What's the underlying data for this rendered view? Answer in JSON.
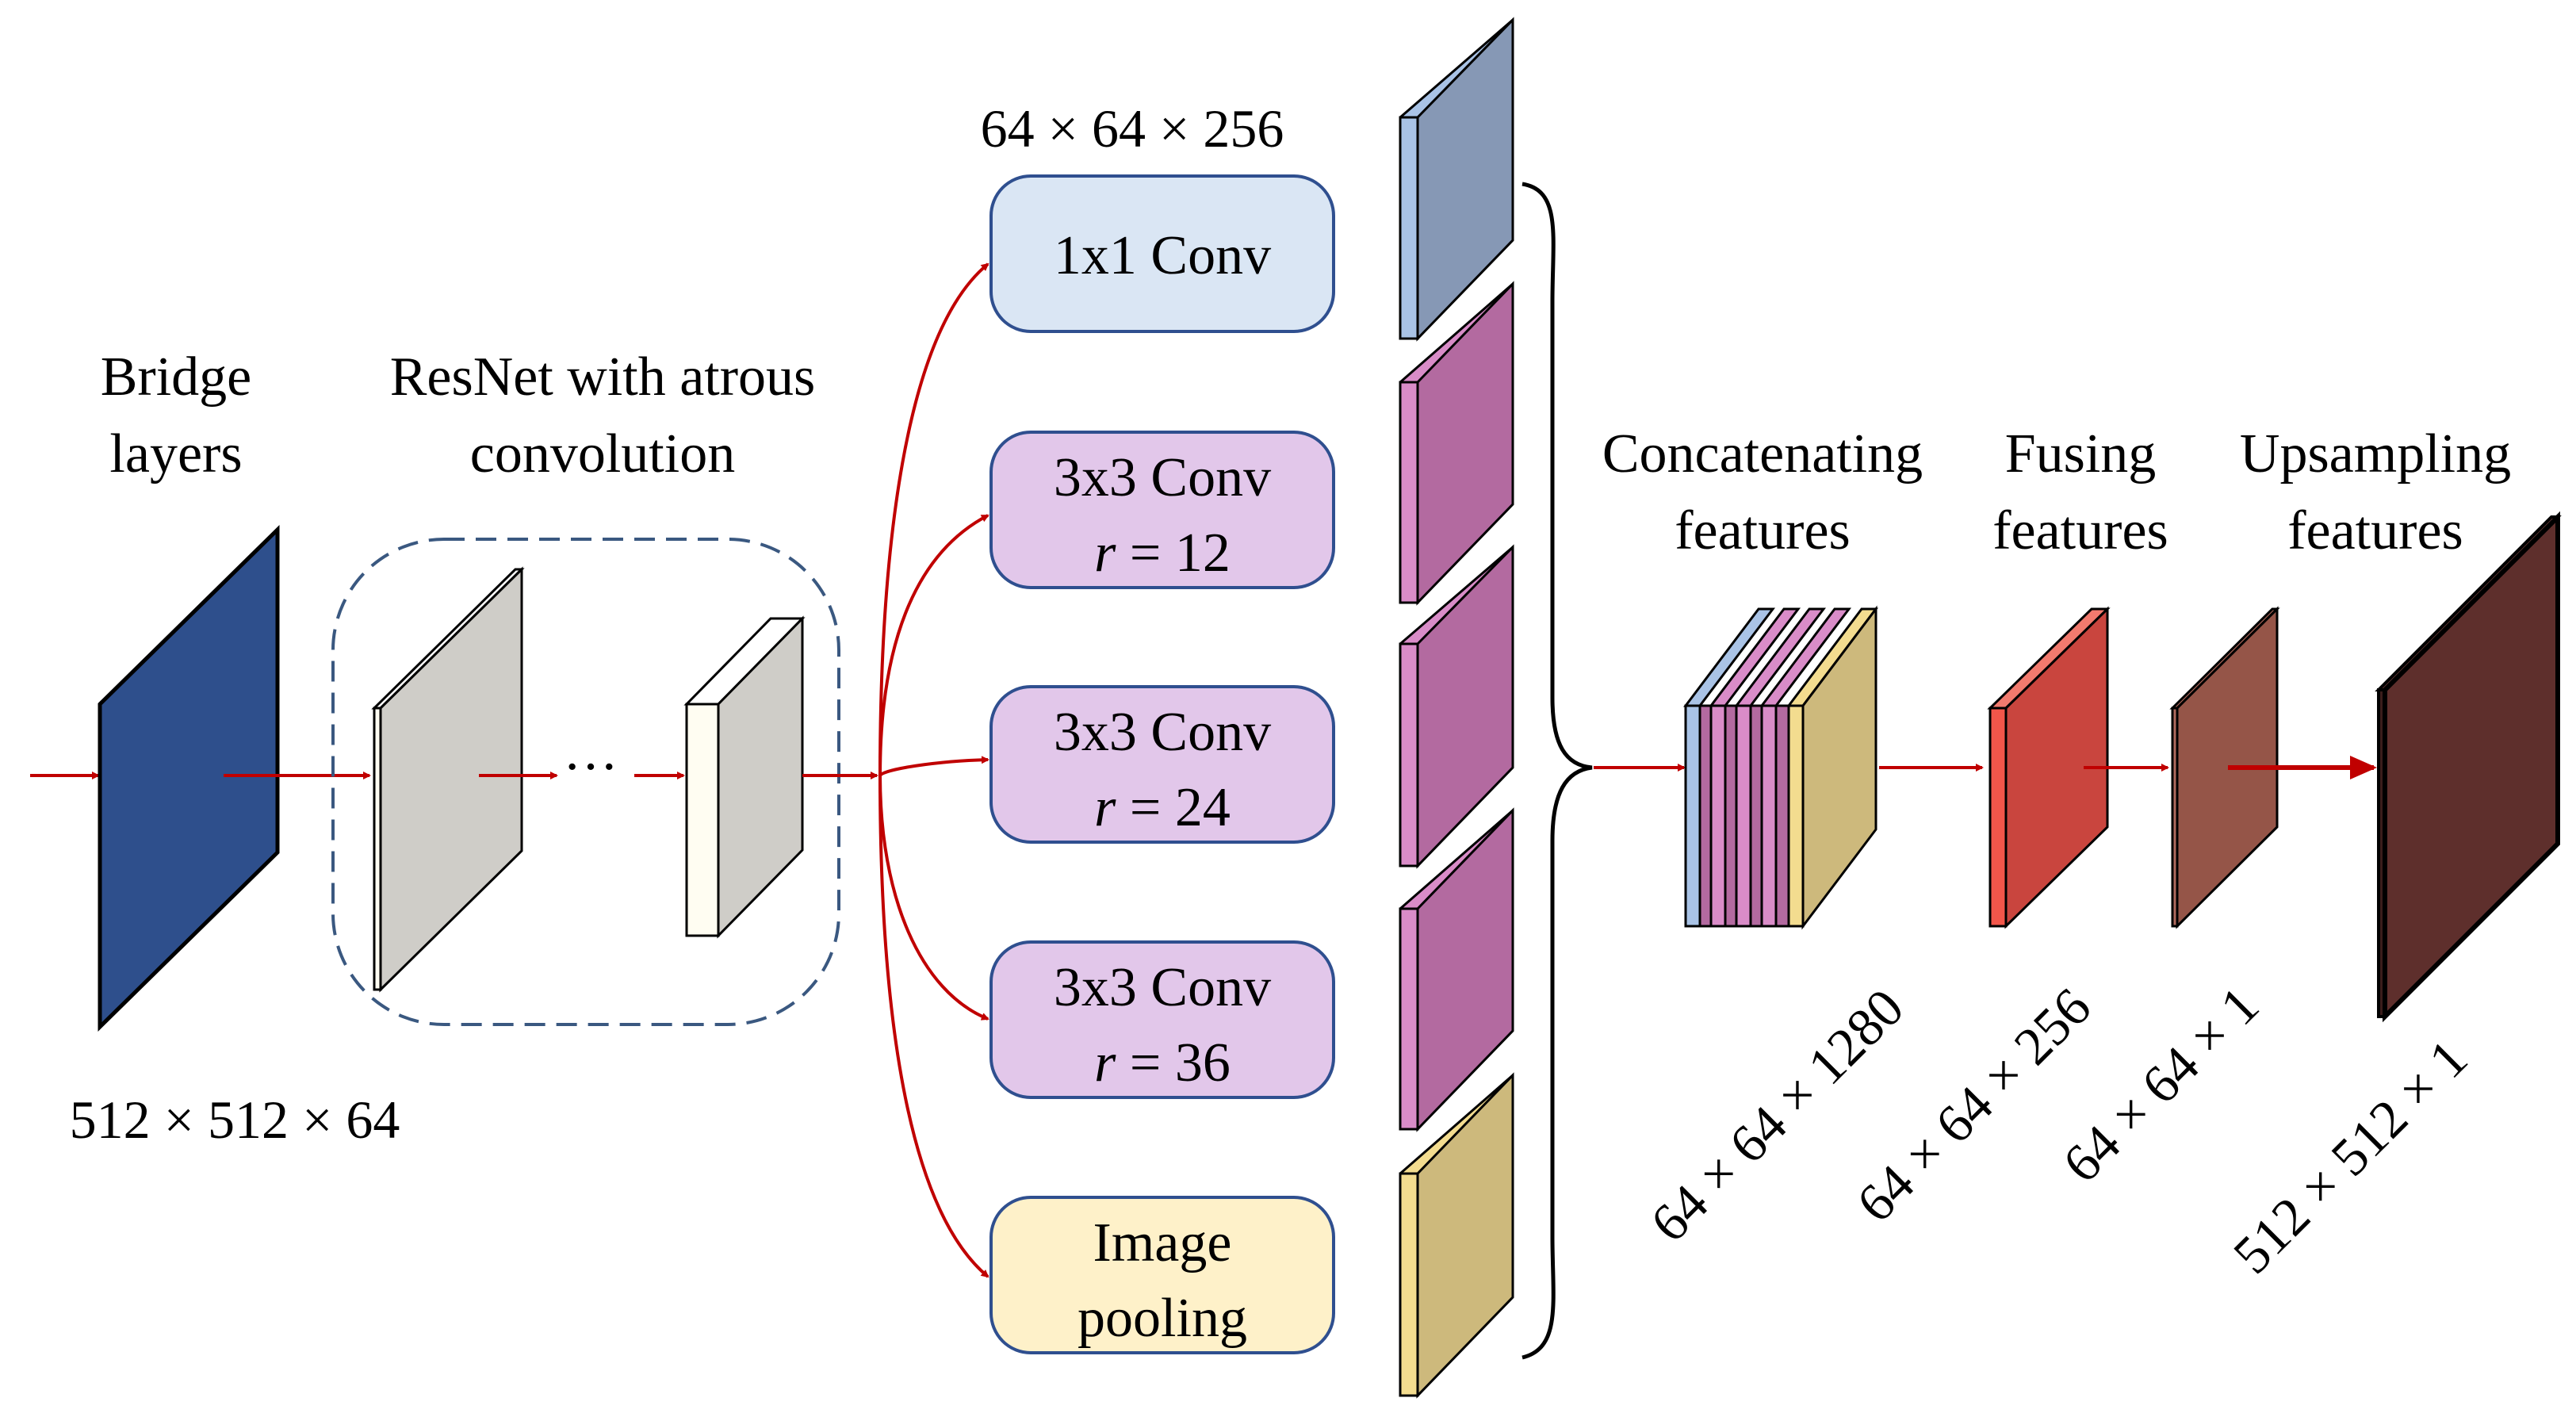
{
  "labels": {
    "bridge_line1": "Bridge",
    "bridge_line2": "layers",
    "resnet_line1": "ResNet with atrous",
    "resnet_line2": "convolution",
    "concat_line1": "Concatenating",
    "concat_line2": "features",
    "fusing_line1": "Fusing",
    "fusing_line2": "features",
    "upsampling_line1": "Upsampling",
    "upsampling_line2": "features",
    "ellipsis": "···"
  },
  "dims": {
    "input": "512 × 512 × 64",
    "aspp": "64 × 64 × 256",
    "concat": "64 × 64 × 1280",
    "fuse": "64 × 64 × 256",
    "upsample_in": "64 × 64 × 1",
    "output": "512 × 512 × 1"
  },
  "branches": [
    {
      "line1": "1x1 Conv",
      "line2_var": "",
      "line2_val": ""
    },
    {
      "line1": "3x3 Conv",
      "line2_var": "r",
      "line2_val": " = 12"
    },
    {
      "line1": "3x3 Conv",
      "line2_var": "r",
      "line2_val": " = 24"
    },
    {
      "line1": "3x3 Conv",
      "line2_var": "r",
      "line2_val": " = 36"
    },
    {
      "line1": "Image",
      "line2_var": "",
      "line2_val": "pooling"
    }
  ],
  "colors": {
    "arrow": "#c00000",
    "bridge_layer": "#2e4f8c",
    "resnet_layer": "#cfcdc8",
    "resnet_layer_light": "#fffdf2",
    "box_1x1": "#dae6f4",
    "box_conv": "#e2c7ea",
    "box_pool": "#fef1c9",
    "box_stroke": "#2f4f8f",
    "feat_blue": "#8698b5",
    "feat_pink": "#b36aa0",
    "feat_yellow": "#cdb97c",
    "fuse_red": "#c9453e",
    "upsample_brown": "#955548",
    "output_brown": "#5e2f2c"
  }
}
